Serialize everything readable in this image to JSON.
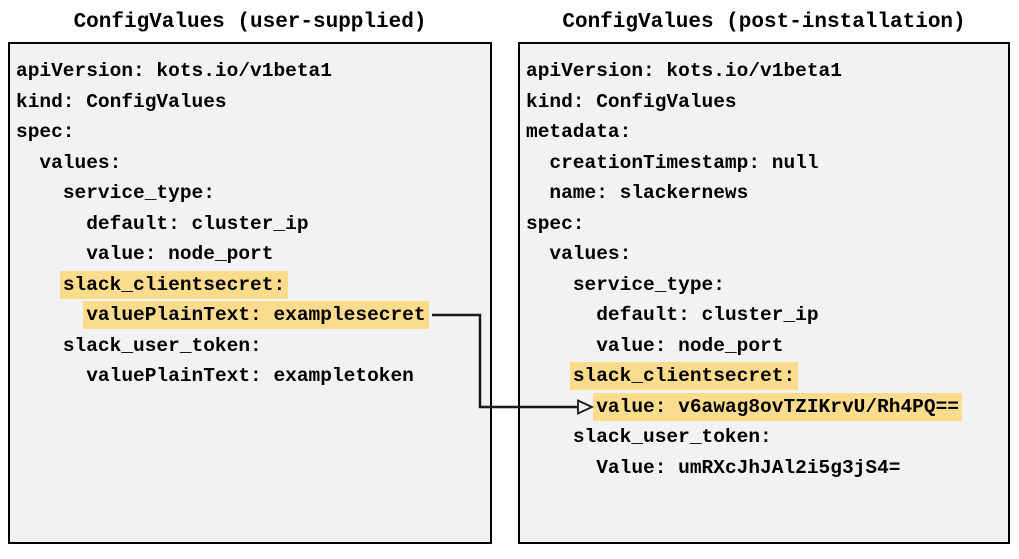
{
  "colors": {
    "panel_bg": "#f2f2f2",
    "panel_border": "#000000",
    "highlight": "#fbdc8d",
    "text": "#000000",
    "arrow": "#1a1a1a"
  },
  "panels": [
    {
      "id": "user-supplied",
      "title": "ConfigValues (user-supplied)",
      "lines": [
        {
          "text": "apiVersion: kots.io/v1beta1",
          "highlight": false
        },
        {
          "text": "kind: ConfigValues",
          "highlight": false
        },
        {
          "text": "spec:",
          "highlight": false
        },
        {
          "text": "  values:",
          "highlight": false
        },
        {
          "text": "    service_type:",
          "highlight": false
        },
        {
          "text": "      default: cluster_ip",
          "highlight": false
        },
        {
          "text": "      value: node_port",
          "highlight": false
        },
        {
          "text": "    slack_clientsecret:",
          "highlight": true
        },
        {
          "text": "      valuePlainText: examplesecret",
          "highlight": true
        },
        {
          "text": "    slack_user_token:",
          "highlight": false
        },
        {
          "text": "      valuePlainText: exampletoken",
          "highlight": false
        }
      ]
    },
    {
      "id": "post-installation",
      "title": "ConfigValues (post-installation)",
      "lines": [
        {
          "text": "apiVersion: kots.io/v1beta1",
          "highlight": false
        },
        {
          "text": "kind: ConfigValues",
          "highlight": false
        },
        {
          "text": "metadata:",
          "highlight": false
        },
        {
          "text": "  creationTimestamp: null",
          "highlight": false
        },
        {
          "text": "  name: slackernews",
          "highlight": false
        },
        {
          "text": "spec:",
          "highlight": false
        },
        {
          "text": "  values:",
          "highlight": false
        },
        {
          "text": "    service_type:",
          "highlight": false
        },
        {
          "text": "      default: cluster_ip",
          "highlight": false
        },
        {
          "text": "      value: node_port",
          "highlight": false
        },
        {
          "text": "    slack_clientsecret:",
          "highlight": true
        },
        {
          "text": "      value: v6awag8ovTZIKrvU/Rh4PQ==",
          "highlight": true
        },
        {
          "text": "    slack_user_token:",
          "highlight": false
        },
        {
          "text": "      Value: umRXcJhJAl2i5g3jS4=",
          "highlight": false
        }
      ]
    }
  ],
  "connector": {
    "from": "valuePlainText: examplesecret",
    "to": "value: v6awag8ovTZIKrvU/Rh4PQ=="
  }
}
